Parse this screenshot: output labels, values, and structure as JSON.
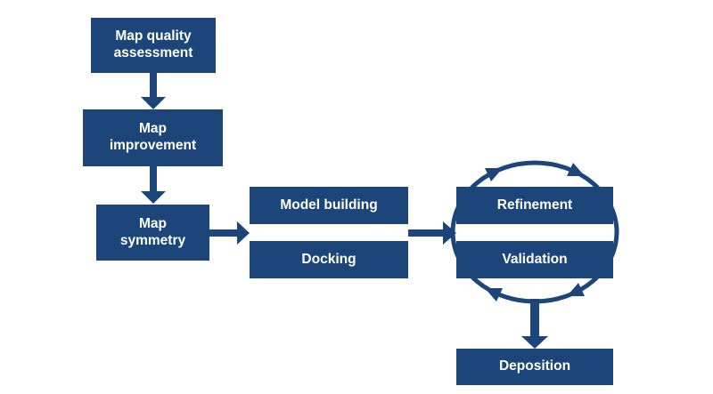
{
  "diagram": {
    "type": "flowchart",
    "colors": {
      "accent": "#1c4679",
      "box_text": "#ffffff",
      "background": "#ffffff"
    },
    "boxes": [
      {
        "id": "map-quality-assessment",
        "label": "Map quality\nassessment"
      },
      {
        "id": "map-improvement",
        "label": "Map\nimprovement"
      },
      {
        "id": "map-symmetry",
        "label": "Map\nsymmetry"
      },
      {
        "id": "model-building",
        "label": "Model building"
      },
      {
        "id": "docking",
        "label": "Docking"
      },
      {
        "id": "refinement",
        "label": "Refinement"
      },
      {
        "id": "validation",
        "label": "Validation"
      },
      {
        "id": "deposition",
        "label": "Deposition"
      }
    ],
    "edges": [
      {
        "from": "map-quality-assessment",
        "to": "map-improvement",
        "style": "straight-arrow"
      },
      {
        "from": "map-improvement",
        "to": "map-symmetry",
        "style": "straight-arrow"
      },
      {
        "from": "map-symmetry",
        "to": "model-building/docking",
        "style": "straight-arrow"
      },
      {
        "from": "model-building/docking",
        "to": "refinement/validation",
        "style": "straight-arrow"
      },
      {
        "from": "refinement",
        "to": "validation",
        "style": "clockwise-cycle-ring"
      },
      {
        "from": "refinement/validation-cycle",
        "to": "deposition",
        "style": "straight-arrow"
      }
    ]
  }
}
